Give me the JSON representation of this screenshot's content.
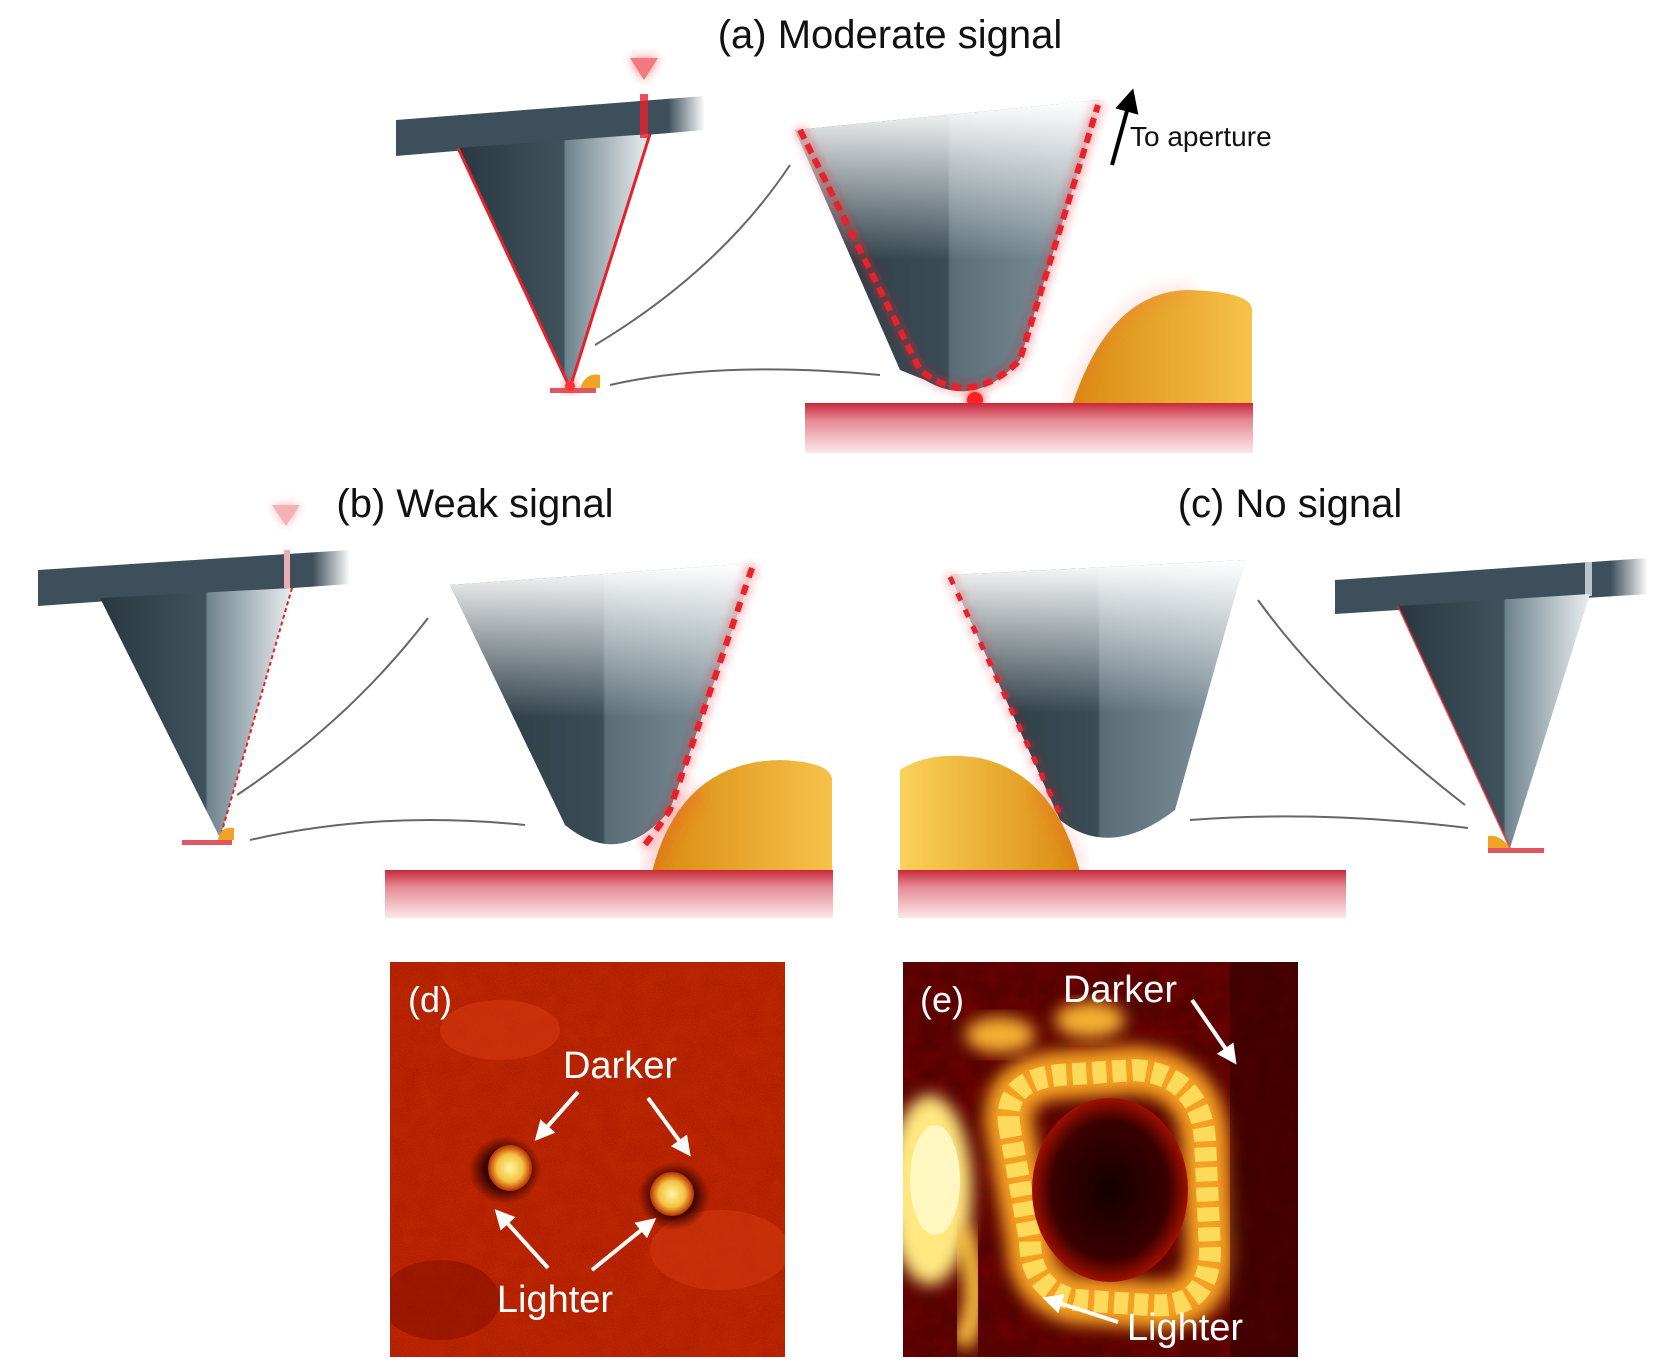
{
  "panels": {
    "a": {
      "label": "(a) Moderate signal",
      "annotation": "To aperture"
    },
    "b": {
      "label": "(b) Weak signal"
    },
    "c": {
      "label": "(c) No signal"
    },
    "d": {
      "letter": "(d)",
      "darker": "Darker",
      "lighter": "Lighter"
    },
    "e": {
      "letter": "(e)",
      "darker": "Darker",
      "lighter": "Lighter"
    }
  },
  "colors": {
    "cantilever": "#3d4f5a",
    "tip_dark": "#2f3e47",
    "tip_light": "#9fb0b8",
    "gold": "#f0a325",
    "laser": "#e8202a",
    "substrate": "#d04050",
    "map_dark": "#3a0000",
    "map_mid": "#b31800",
    "map_bright": "#ffe84a"
  }
}
